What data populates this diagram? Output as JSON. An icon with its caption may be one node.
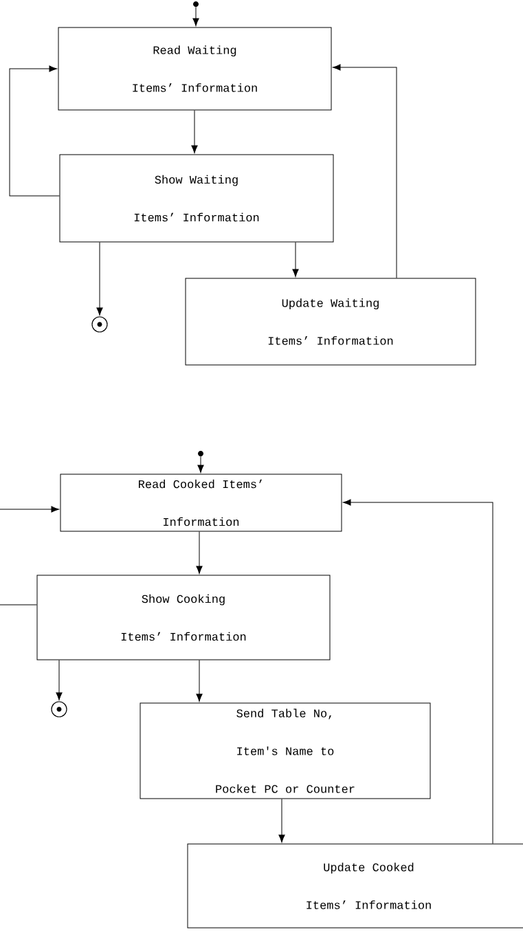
{
  "diagram": {
    "nodes": [
      {
        "text": [],
        "shape": "dot"
      },
      {
        "text": [
          "Read Waiting Items’ Information"
        ]
      },
      {
        "text": [
          "Show Waiting Items’ Information"
        ]
      },
      {
        "text": [
          "Update Waiting Items’ Information"
        ]
      },
      {
        "text": [],
        "shape": "circle"
      },
      {
        "text": [],
        "shape": "dot"
      },
      {
        "text": [
          "Read Cooked Items’ Information"
        ]
      },
      {
        "text": [
          "Show Cooking Items’ Information"
        ]
      },
      {
        "text": [],
        "shape": "circle"
      },
      {
        "text": [
          "Send Table No, Item's Name to Pocket PC or Counter"
        ]
      },
      {
        "text": [
          "Update Cooked Items’ Information"
        ]
      }
    ],
    "edges": [
      {
        "from": 0,
        "to": 1,
        "arrow": "to"
      },
      {
        "from": 1,
        "to": 2,
        "arrow": "to"
      },
      {
        "from": 2,
        "to": 1,
        "arrow": "to"
      },
      {
        "from": 2,
        "to": 4,
        "arrow": "to"
      },
      {
        "from": 2,
        "to": 3,
        "arrow": "to"
      },
      {
        "from": 3,
        "to": 1,
        "arrow": "to"
      },
      {
        "from": 5,
        "to": 6,
        "arrow": "to"
      },
      {
        "from": 6,
        "to": 7,
        "arrow": "to"
      },
      {
        "from": 7,
        "to": 6,
        "arrow": "to"
      },
      {
        "from": 7,
        "to": 8,
        "arrow": "to"
      },
      {
        "from": 7,
        "to": 9,
        "arrow": "to"
      },
      {
        "from": 9,
        "to": 10,
        "arrow": "to"
      },
      {
        "from": 10,
        "to": 6,
        "arrow": "to"
      }
    ]
  }
}
